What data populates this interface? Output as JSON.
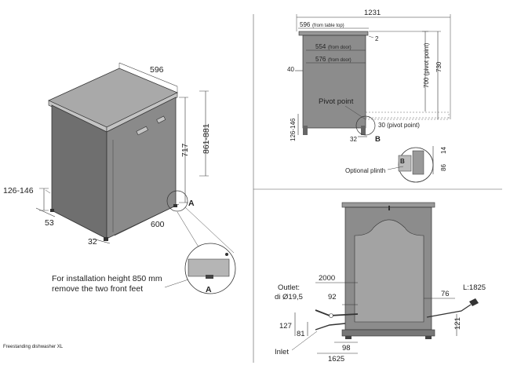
{
  "iso": {
    "width": "596",
    "height": "717",
    "height_range": "861-881",
    "adjust_range": "126-146",
    "foot_depth": "53",
    "foot_front": "32",
    "depth": "600",
    "detail_a": "A",
    "detail_a2": "A",
    "note_line1": "For installation height 850 mm",
    "note_line2": "remove the two front feet",
    "caption": "Freestanding dishwasher XL"
  },
  "side": {
    "total_width": "1231",
    "table_top": "596",
    "table_top_note": "(from table top)",
    "gap_top": "2",
    "from_door_1": "554",
    "from_door_1_note": "(from door)",
    "from_door_2": "576",
    "from_door_2_note": "(from door)",
    "left_40": "40",
    "pivot_point_label": "Pivot point",
    "pivot_700": "700 (pivot point)",
    "height_730": "730",
    "pivot_30": "30 (pivot point)",
    "adjust_range": "126-146",
    "bottom_32": "32",
    "detail_b": "B",
    "detail_b2": "B",
    "plinth_14": "14",
    "plinth_86": "86",
    "plinth_label": "Optional plinth"
  },
  "rear": {
    "outlet_label": "Outlet:",
    "outlet_dia": "di Ø19,5",
    "hose_2000": "2000",
    "hose_92": "92",
    "right_76": "76",
    "cable_label": "L:1825",
    "h_127": "127",
    "h_81": "81",
    "right_121": "121",
    "inlet_label": "Inlet",
    "inlet_98": "98",
    "inlet_1625": "1625"
  }
}
